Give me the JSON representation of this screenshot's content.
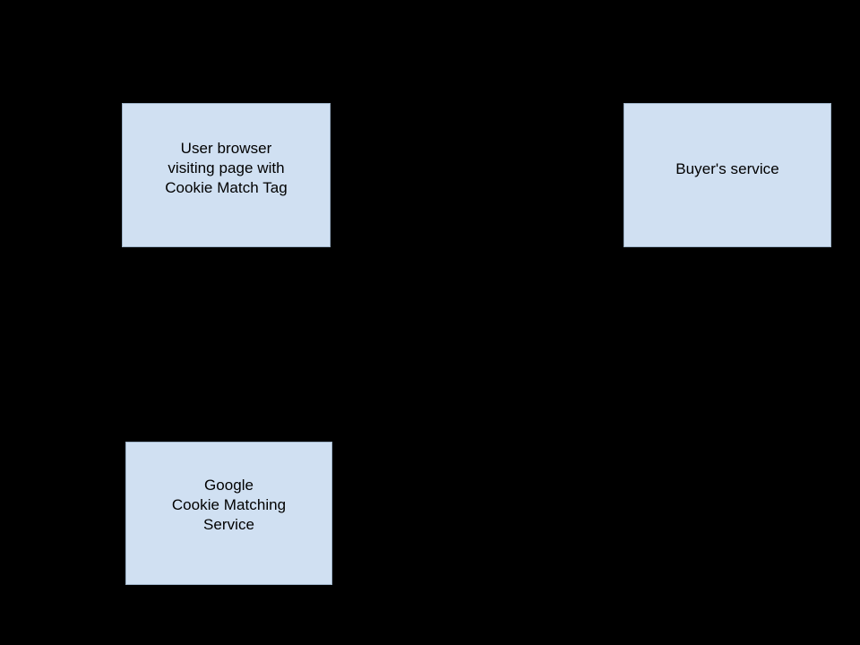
{
  "diagram": {
    "background_color": "#000000",
    "node_fill_color": "#d0e0f2",
    "node_border_color": "#9fb4c9",
    "node_text_color": "#000000",
    "nodes": [
      {
        "id": "user-browser",
        "label": "User browser\nvisiting page with\nCookie Match Tag",
        "lines": [
          "User browser",
          "visiting page with",
          "Cookie Match Tag"
        ]
      },
      {
        "id": "buyers-service",
        "label": "Buyer's service",
        "lines": [
          "Buyer's service"
        ]
      },
      {
        "id": "google-cookie-matching",
        "label": "Google\nCookie Matching\nService",
        "lines": [
          "Google",
          "Cookie Matching",
          "Service"
        ]
      }
    ]
  }
}
